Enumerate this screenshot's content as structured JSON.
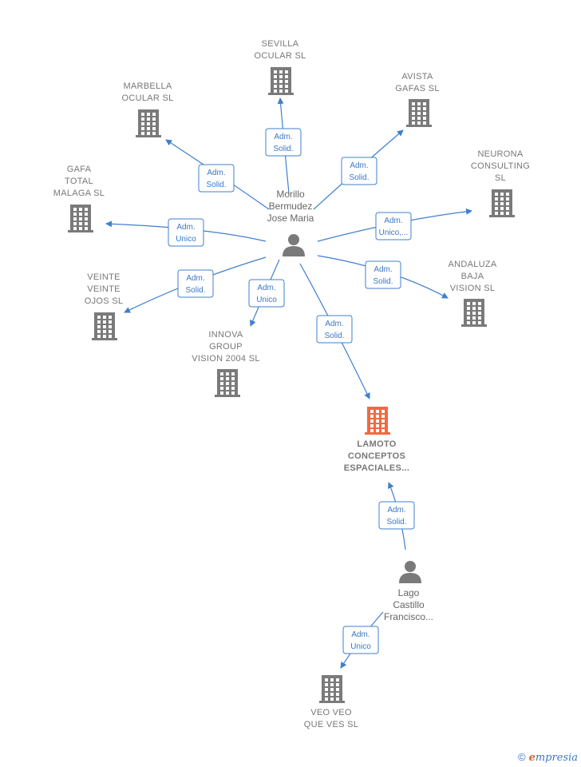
{
  "colors": {
    "edge": "#3f7fcf",
    "building": "#7a7a7a",
    "highlight": "#f26a3d",
    "person": "#7a7a7a"
  },
  "companies": [
    {
      "id": "sevilla",
      "lines": [
        "SEVILLA",
        "OCULAR  SL"
      ]
    },
    {
      "id": "avista",
      "lines": [
        "AVISTA",
        "GAFAS  SL"
      ]
    },
    {
      "id": "marbella",
      "lines": [
        "MARBELLA",
        "OCULAR  SL"
      ]
    },
    {
      "id": "neurona",
      "lines": [
        "NEURONA",
        "CONSULTING",
        "SL"
      ]
    },
    {
      "id": "gafa",
      "lines": [
        "GAFA",
        "TOTAL",
        "MALAGA SL"
      ]
    },
    {
      "id": "andaluza",
      "lines": [
        "ANDALUZA",
        "BAJA",
        "VISION SL"
      ]
    },
    {
      "id": "veinte",
      "lines": [
        "VEINTE",
        "VEINTE",
        "OJOS  SL"
      ]
    },
    {
      "id": "innova",
      "lines": [
        "INNOVA",
        "GROUP",
        "VISION 2004 SL"
      ]
    },
    {
      "id": "lamoto",
      "lines": [
        "LAMOTO",
        "CONCEPTOS",
        "ESPACIALES..."
      ],
      "highlight": true
    },
    {
      "id": "veoveo",
      "lines": [
        "VEO VEO",
        "QUE VES SL"
      ]
    }
  ],
  "persons": [
    {
      "id": "morillo",
      "lines": [
        "Morillo",
        "Bermudez",
        "Jose Maria"
      ]
    },
    {
      "id": "lago",
      "lines": [
        "Lago",
        "Castillo",
        "Francisco..."
      ]
    }
  ],
  "edges": [
    {
      "from": "morillo",
      "to": "sevilla",
      "lines": [
        "Adm.",
        "Solid."
      ]
    },
    {
      "from": "morillo",
      "to": "avista",
      "lines": [
        "Adm.",
        "Solid."
      ]
    },
    {
      "from": "morillo",
      "to": "marbella",
      "lines": [
        "Adm.",
        "Solid."
      ]
    },
    {
      "from": "morillo",
      "to": "neurona",
      "lines": [
        "Adm.",
        "Unico,..."
      ]
    },
    {
      "from": "morillo",
      "to": "gafa",
      "lines": [
        "Adm.",
        "Unico"
      ]
    },
    {
      "from": "morillo",
      "to": "andaluza",
      "lines": [
        "Adm.",
        "Solid."
      ]
    },
    {
      "from": "morillo",
      "to": "veinte",
      "lines": [
        "Adm.",
        "Solid."
      ]
    },
    {
      "from": "morillo",
      "to": "innova",
      "lines": [
        "Adm.",
        "Unico"
      ]
    },
    {
      "from": "morillo",
      "to": "lamoto",
      "lines": [
        "Adm.",
        "Solid."
      ]
    },
    {
      "from": "lago",
      "to": "lamoto",
      "lines": [
        "Adm.",
        "Solid."
      ]
    },
    {
      "from": "lago",
      "to": "veoveo",
      "lines": [
        "Adm.",
        "Unico"
      ]
    }
  ],
  "footer": {
    "copyright": "©",
    "brand_initial": "e",
    "brand_rest": "mpresia"
  }
}
